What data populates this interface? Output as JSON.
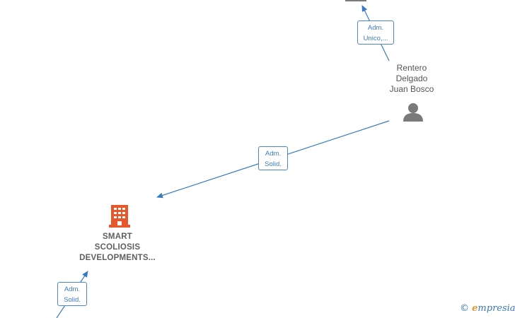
{
  "person": {
    "name_line1": "Rentero",
    "name_line2": "Delgado",
    "name_line3": "Juan Bosco",
    "icon": "person-icon"
  },
  "company": {
    "name_line1": "SMART",
    "name_line2": "SCOLIOSIS",
    "name_line3": "DEVELOPMENTS...",
    "icon": "building-icon",
    "icon_color": "#e8572a"
  },
  "edges": {
    "top": {
      "line1": "Adm.",
      "line2": "Unico,..."
    },
    "middle": {
      "line1": "Adm.",
      "line2": "Solid."
    },
    "bottom": {
      "line1": "Adm.",
      "line2": "Solid."
    }
  },
  "colors": {
    "edge": "#3a7ac0",
    "node_text": "#555555",
    "person_icon": "#7a7a7a"
  },
  "watermark": {
    "copyright": "©",
    "brand_initial": "e",
    "brand_rest": "mpresia"
  }
}
